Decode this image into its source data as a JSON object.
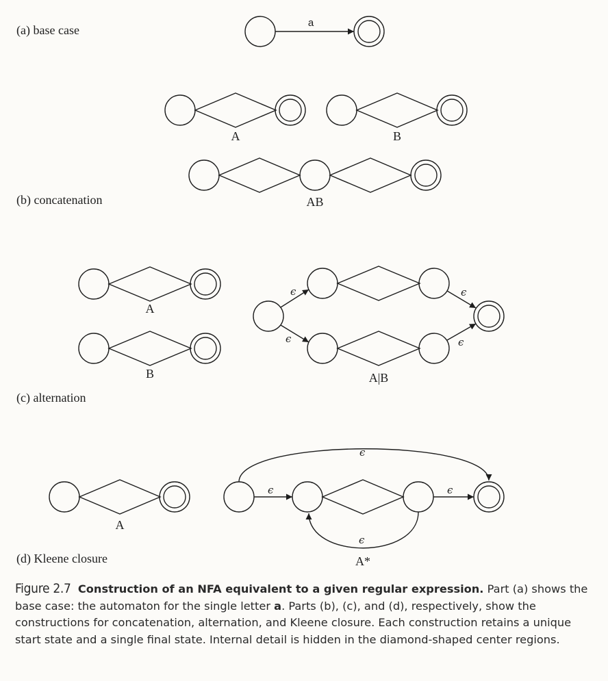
{
  "parts": {
    "a": {
      "tag": "(a)",
      "name": "base case",
      "edge_label": "a"
    },
    "b": {
      "tag": "(b)",
      "name": "concatenation",
      "label_a": "A",
      "label_b": "B",
      "label_ab": "AB"
    },
    "c": {
      "tag": "(c)",
      "name": "alternation",
      "label_a": "A",
      "label_b": "B",
      "label_result": "A|B"
    },
    "d": {
      "tag": "(d)",
      "name": "Kleene closure",
      "label_a": "A",
      "label_result": "A*"
    }
  },
  "epsilon": "ϵ",
  "caption": {
    "number": "Figure 2.7",
    "title": "Construction of an NFA equivalent to a given regular expression.",
    "body_1": "Part (a) shows the base case: the automaton for the single letter ",
    "letter": "a",
    "body_2": ". Parts (b), (c), and (d), respectively, show the constructions for concatenation, alternation, and Kleene closure. Each construction retains a unique start state and a single final state. Internal detail is hidden in the diamond-shaped center regions."
  }
}
